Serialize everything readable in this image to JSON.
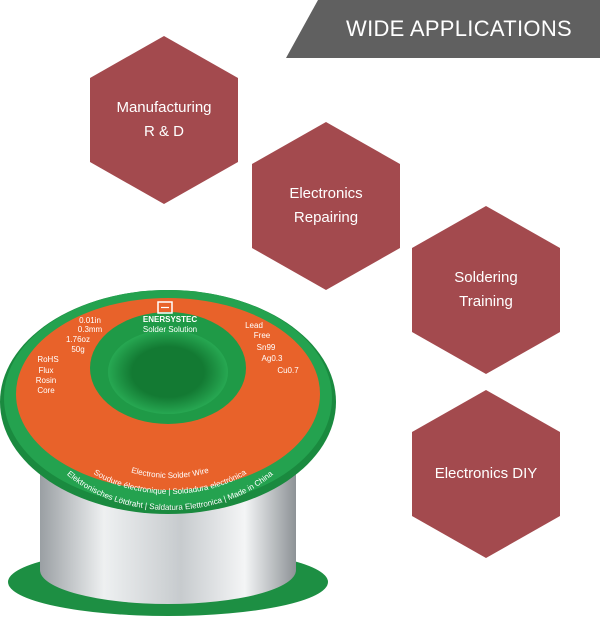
{
  "header": {
    "title": "WIDE APPLICATIONS"
  },
  "applications": [
    {
      "line1": "Manufacturing",
      "line2": "R & D"
    },
    {
      "line1": "Electronics",
      "line2": "Repairing"
    },
    {
      "line1": "Soldering",
      "line2": "Training"
    },
    {
      "line1": "Electronics DIY",
      "line2": ""
    }
  ],
  "spool": {
    "brand": "ENERSYSTEC",
    "tagline": "Solder Solution",
    "diameter_in": "0.01in",
    "diameter_mm": "0.3mm",
    "weight_oz": "1.76oz",
    "weight_g": "50g",
    "rohs": "RoHS",
    "flux": "Flux",
    "rosin": "Rosin",
    "core": "Core",
    "lead": "Lead",
    "free": "Free",
    "sn": "Sn99",
    "ag": "Ag0.3",
    "cu": "Cu0.7",
    "ring1": "Electronic Solder Wire",
    "ring2": "Soudure électronique | Soldadura electrónica",
    "ring3": "Elektronisches Lötdraht | Saldatura Elettronica | Made in China"
  },
  "colors": {
    "hexagon": "#a34a4e",
    "banner": "#606060",
    "spool_green": "#1f9a47",
    "label_orange": "#e8622a"
  }
}
